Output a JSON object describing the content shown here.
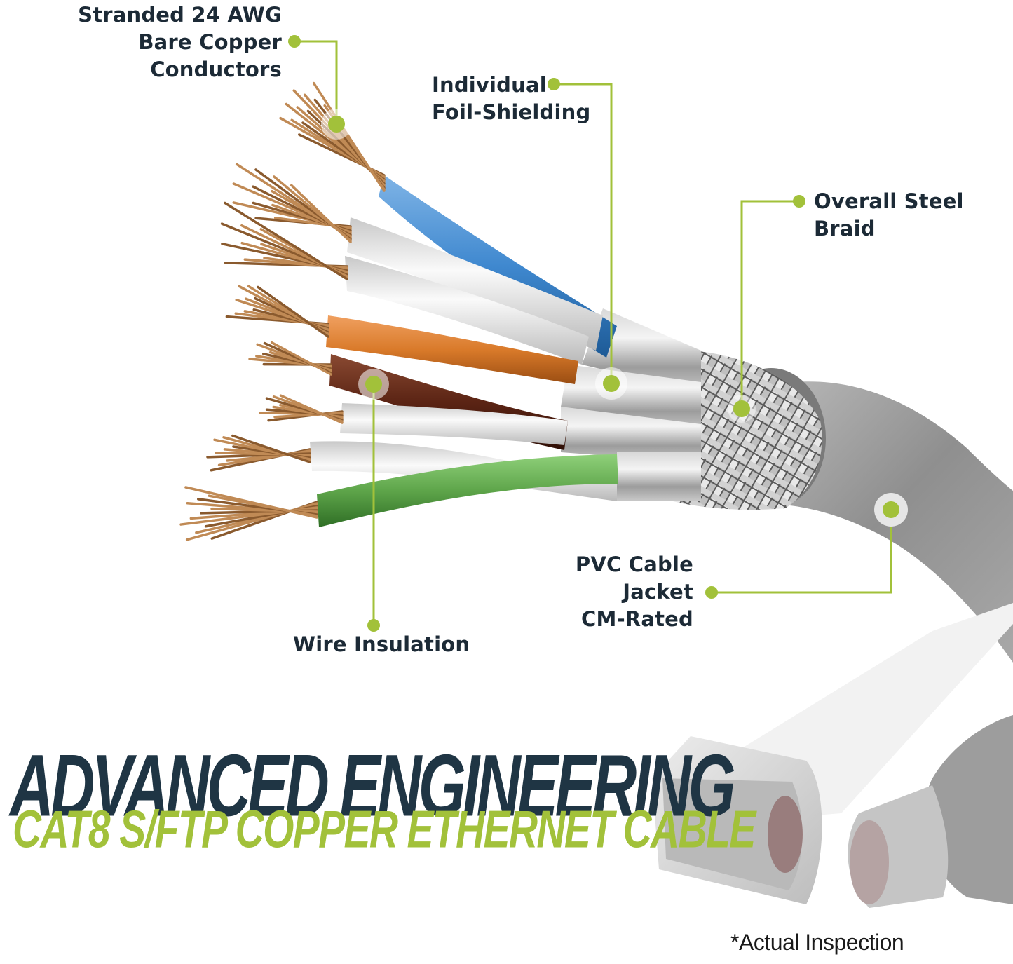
{
  "callouts": [
    {
      "id": "conductors",
      "lines": [
        "Stranded 24 AWG",
        "Bare Copper",
        "Conductors"
      ]
    },
    {
      "id": "foil",
      "lines": [
        "Individual",
        "Foil-Shielding"
      ]
    },
    {
      "id": "braid",
      "lines": [
        "Overall Steel",
        "Braid"
      ]
    },
    {
      "id": "jacket",
      "lines": [
        "PVC Cable",
        "Jacket",
        "CM-Rated"
      ]
    },
    {
      "id": "insulation",
      "lines": [
        "Wire Insulation"
      ]
    }
  ],
  "headline": {
    "main": "ADVANCED ENGINEERING",
    "sub": "CAT8 S/FTP COPPER ETHERNET CABLE"
  },
  "footnote": "*Actual Inspection",
  "colors": {
    "accent_green": "#a2c13a",
    "text_dark": "#1c2a36",
    "headline_navy": "#1f3544",
    "jacket_gray": "#a3a3a3",
    "copper": "#b07a45",
    "wire_blue": "#3f88cf",
    "wire_orange": "#d97a2a",
    "wire_brown": "#5b2414",
    "wire_green": "#5ea54a",
    "wire_white": "#e9e9e9"
  }
}
